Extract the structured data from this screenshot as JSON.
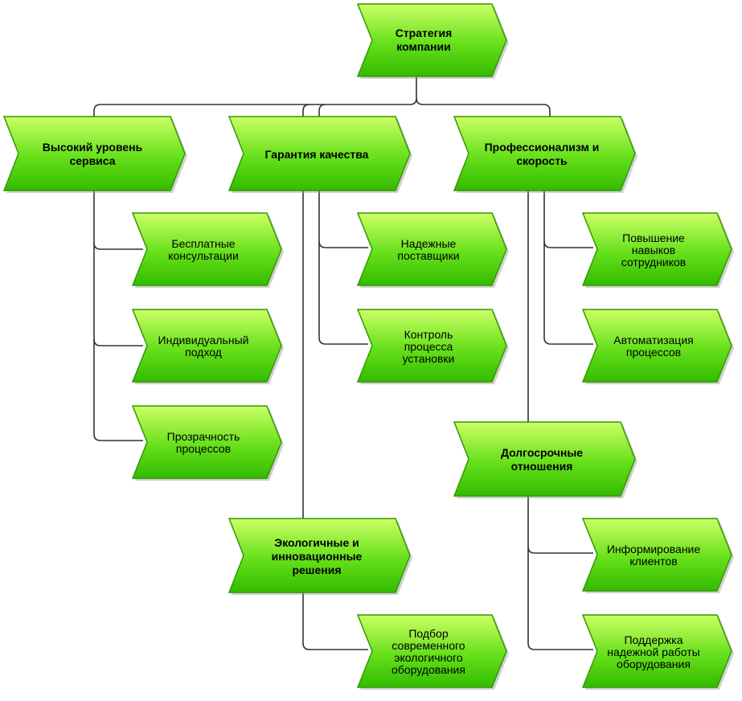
{
  "diagram": {
    "root": {
      "label": "Стратегия\nкомпании"
    },
    "branches": [
      {
        "label": "Высокий уровень\nсервиса",
        "children": [
          "Бесплатные\nконсультации",
          "Индивидуальный\nподход",
          "Прозрачность\nпроцессов"
        ]
      },
      {
        "label": "Гарантия качества",
        "children": [
          "Надежные\nпоставщики",
          "Контроль\nпроцесса\nустановки"
        ],
        "sub": {
          "label": "Экологичные и\nинновационные\nрешения",
          "children": [
            "Подбор\nсовременного\nэкологичного\nоборудования"
          ]
        }
      },
      {
        "label": "Профессионализм и\nскорость",
        "children": [
          "Повышение\nнавыков\nсотрудников",
          "Автоматизация\nпроцессов"
        ],
        "sub": {
          "label": "Долгосрочные\nотношения",
          "children": [
            "Информирование\nклиентов",
            "Поддержка\nнадежной работы\nоборудования"
          ]
        }
      }
    ]
  },
  "colors": {
    "fill_light": "#ccff66",
    "fill_dark": "#33cc00",
    "stroke": "#339900",
    "connector": "#333333"
  }
}
